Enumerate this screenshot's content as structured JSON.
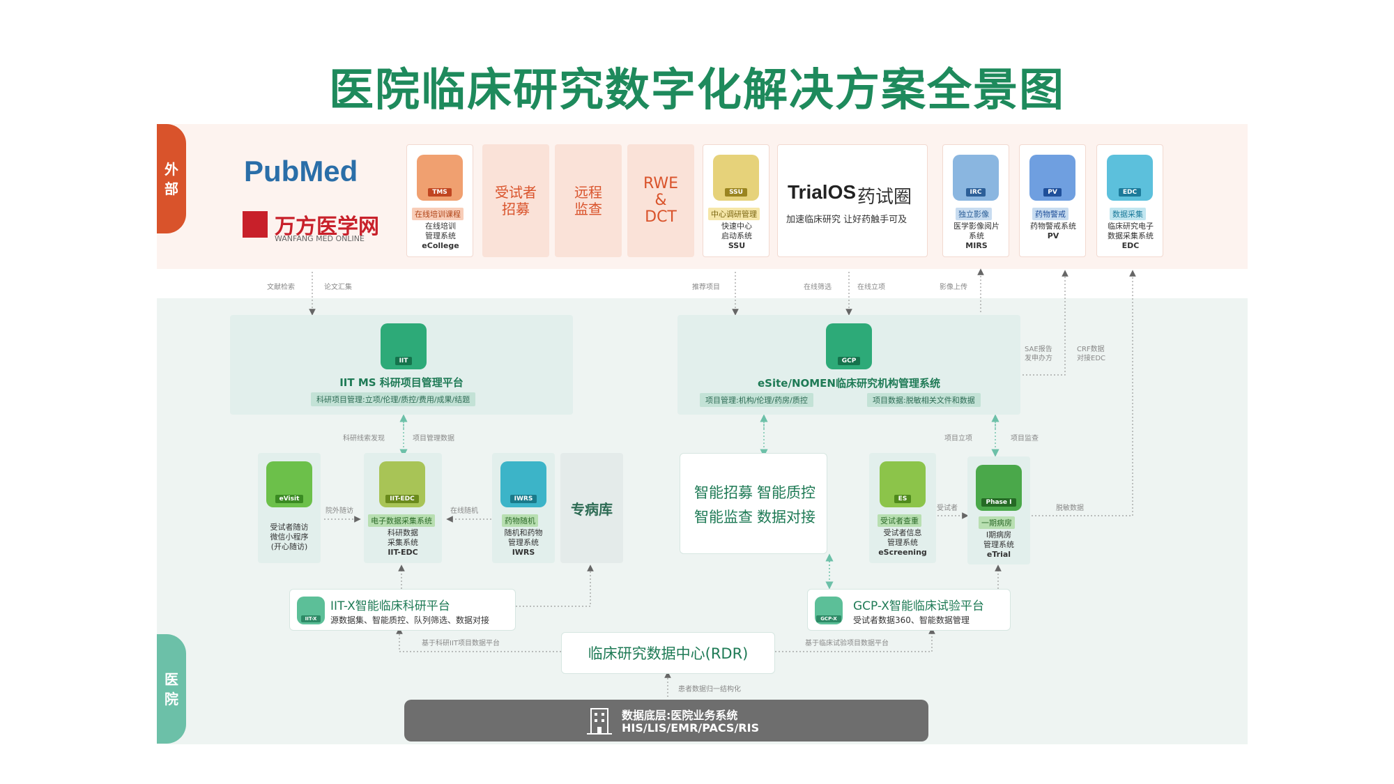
{
  "title": "医院临床研究数字化解决方案全景图",
  "sections": {
    "external_1": "外",
    "external_2": "部",
    "hospital_1": "医",
    "hospital_2": "院"
  },
  "logos": {
    "pubmed": "PubMed",
    "wanfang_cn": "万方医学网",
    "wanfang_en": "WANFANG MED ONLINE",
    "trialos": "TrialOS",
    "trialos_cn": "药试圈",
    "trialos_slogan": "加速临床研究 让好药触手可及"
  },
  "external": {
    "tms": {
      "icon": "TMS",
      "tag": "在线培训课程",
      "line1": "在线培训",
      "line2": "管理系统",
      "line3": "eCollege"
    },
    "recruit": {
      "line1": "受试者",
      "line2": "招募"
    },
    "remote": {
      "line1": "远程",
      "line2": "监查"
    },
    "rwe": {
      "line1": "RWE",
      "line2": "&",
      "line3": "DCT"
    },
    "ssu": {
      "icon": "SSU",
      "tag": "中心调研管理",
      "line1": "快速中心",
      "line2": "启动系统",
      "line3": "SSU"
    },
    "irc": {
      "icon": "IRC",
      "tag": "独立影像",
      "line1": "医学影像阅片",
      "line2": "系统",
      "line3": "MIRS"
    },
    "pv": {
      "icon": "PV",
      "tag": "药物警戒",
      "line1": "药物警戒系统",
      "line2": "PV"
    },
    "edc": {
      "icon": "EDC",
      "tag": "数据采集",
      "line1": "临床研究电子",
      "line2": "数据采集系统",
      "line3": "EDC"
    }
  },
  "flow_labels": {
    "lit_search": "文献检索",
    "paper_collect": "论文汇集",
    "recommend": "推荐项目",
    "online_screen": "在线筛选",
    "online_setup": "在线立项",
    "image_upload": "影像上传",
    "sae_1": "SAE报告",
    "sae_2": "发申办方",
    "crf_1": "CRF数据",
    "crf_2": "对接EDC",
    "clue": "科研线索发现",
    "proj_data": "项目管理数据",
    "proj_setup": "项目立项",
    "proj_monitor": "项目监查",
    "out_followup": "院外随访",
    "online_random": "在线随机",
    "subject": "受试者",
    "desens": "脱敏数据",
    "iit_platform": "基于科研IIT项目数据平台",
    "trial_platform": "基于临床试验项目数据平台",
    "patient_data": "患者数据归一结构化"
  },
  "iit_ms": {
    "icon": "IIT",
    "title": "IIT MS 科研项目管理平台",
    "sub": "科研项目管理:立项/伦理/质控/费用/成果/结题"
  },
  "esite": {
    "icon": "GCP",
    "title": "eSite/NOMEN临床研究机构管理系统",
    "sub1": "项目管理:机构/伦理/药房/质控",
    "sub2": "项目数据:脱敏相关文件和数据"
  },
  "evisit": {
    "icon": "eVisit",
    "line1": "受试者随访",
    "line2": "微信小程序",
    "line3": "(开心随访)"
  },
  "iit_edc": {
    "icon": "IIT-EDC",
    "tag": "电子数据采集系统",
    "line1": "科研数据",
    "line2": "采集系统",
    "line3": "IIT-EDC"
  },
  "iwrs": {
    "icon": "IWRS",
    "tag": "药物随机",
    "line1": "随机和药物",
    "line2": "管理系统",
    "line3": "IWRS"
  },
  "disease_db": "专病库",
  "smart": {
    "a": "智能招募",
    "b": "智能质控",
    "c": "智能监查",
    "d": "数据对接"
  },
  "es": {
    "icon": "ES",
    "tag": "受试者查重",
    "line1": "受试者信息",
    "line2": "管理系统",
    "line3": "eScreening"
  },
  "phase1": {
    "icon": "Phase I",
    "tag": "一期病房",
    "line1": "I期病房",
    "line2": "管理系统",
    "line3": "eTrial"
  },
  "iitx": {
    "icon": "IIT-X",
    "title": "IIT-X智能临床科研平台",
    "sub": "源数据集、智能质控、队列筛选、数据对接"
  },
  "gcpx": {
    "icon": "GCP-X",
    "title": "GCP-X智能临床试验平台",
    "sub": "受试者数据360、智能数据管理"
  },
  "rdr": "临床研究数据中心(RDR)",
  "base": {
    "line1": "数据底层:医院业务系统",
    "line2": "HIS/LIS/EMR/PACS/RIS"
  },
  "colors": {
    "brand": "#1e8a5c",
    "external": "#d9532b",
    "hospital": "#6cc0a8"
  }
}
